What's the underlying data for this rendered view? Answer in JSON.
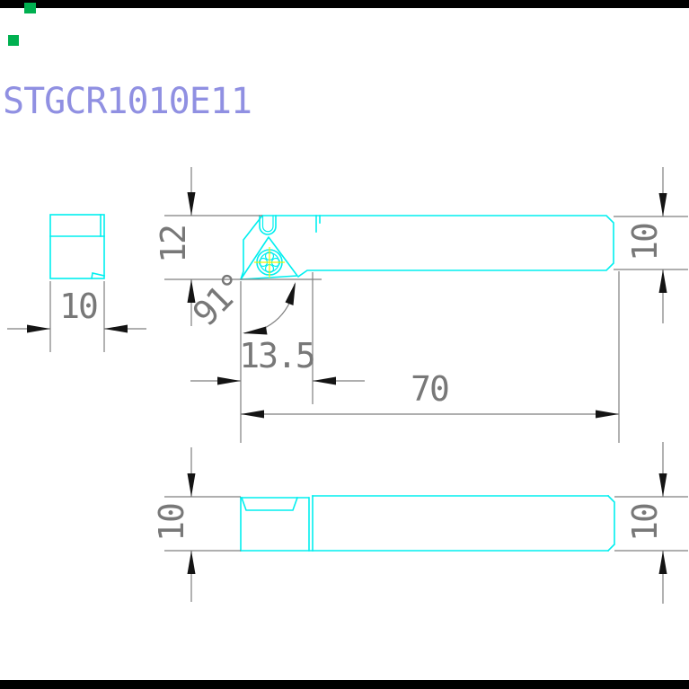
{
  "window": {
    "top_bar": {
      "color": "#000000"
    },
    "bottom_bar": {
      "color": "#000000"
    },
    "marker_top": {
      "color": "#00b050"
    },
    "marker_left": {
      "color": "#00b050"
    }
  },
  "title": {
    "text": "STGCR1010E11",
    "color": "#9090e2"
  },
  "colors": {
    "background": "#ffffff",
    "geometry": "#00efef",
    "dimension_lines": "#7f7f7f",
    "arrows": "#141414",
    "dimension_text": "#787878",
    "centerline": "#f2f200"
  },
  "drawing": {
    "part_number": "STGCR1010E11",
    "views": {
      "end_view": {
        "dimensions": {
          "width": "10"
        }
      },
      "side_view": {
        "dimensions": {
          "head_height": "12",
          "shank_height": "10",
          "insert_angle": "91°",
          "head_length": "13.5",
          "overall_length": "70"
        }
      },
      "plan_view": {
        "dimensions": {
          "width_left": "10",
          "width_right": "10"
        }
      }
    }
  },
  "dims": {
    "end_width": "10",
    "head_height": "12",
    "shank_height": "10",
    "insert_angle": "91°",
    "head_length": "13.5",
    "overall_length": "70",
    "plan_width_left": "10",
    "plan_width_right": "10"
  }
}
